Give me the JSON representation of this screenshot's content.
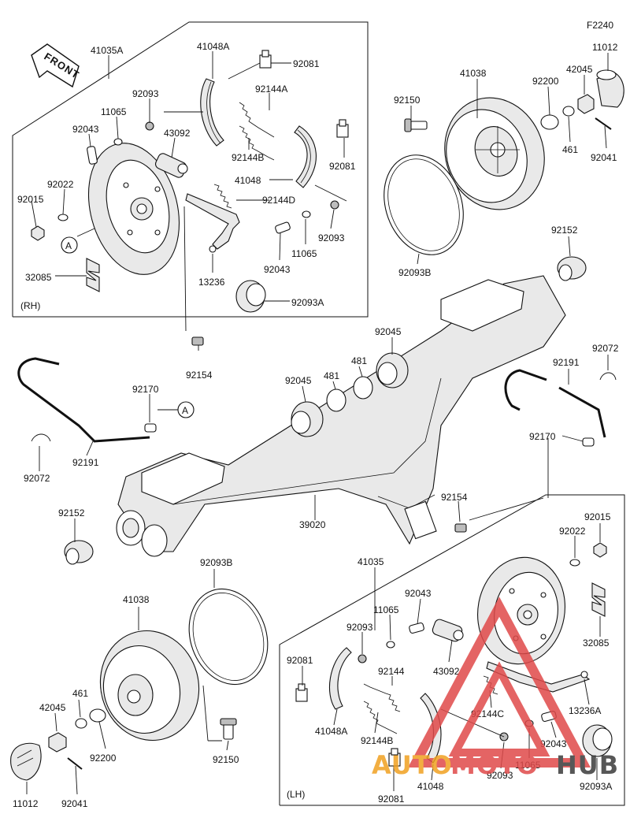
{
  "figure_code": "F2240",
  "front_label": "FRONT",
  "panels": {
    "rh": {
      "side_label": "(RH)",
      "assembly": "41035A"
    },
    "lh": {
      "side_label": "(LH)",
      "assembly": "41035"
    }
  },
  "callout": "A",
  "labels": {
    "rh_41048A": "41048A",
    "rh_92081_top": "92081",
    "rh_92144A": "92144A",
    "rh_92093_top": "92093",
    "rh_11065_top": "11065",
    "rh_92043_top": "92043",
    "rh_43092": "43092",
    "rh_92144B": "92144B",
    "rh_92081_right": "92081",
    "rh_41048": "41048",
    "rh_92144D": "92144D",
    "rh_92022": "92022",
    "rh_92015": "92015",
    "rh_92093_low": "92093",
    "rh_11065_low": "11065",
    "rh_92043_low": "92043",
    "rh_13236": "13236",
    "rh_32085": "32085",
    "rh_92093A": "92093A",
    "r_41038": "41038",
    "r_92150": "92150",
    "r_92200": "92200",
    "r_42045": "42045",
    "r_11012": "11012",
    "r_461": "461",
    "r_92041": "92041",
    "r_92093B": "92093B",
    "r_92152": "92152",
    "c_92154_top": "92154",
    "c_92045_a": "92045",
    "c_481_a": "481",
    "c_481_b": "481",
    "c_92045_b": "92045",
    "c_92072_r": "92072",
    "c_92191_r": "92191",
    "c_92170_r": "92170",
    "c_92170_l": "92170",
    "c_92191_l": "92191",
    "c_92072_l": "92072",
    "c_92152_l": "92152",
    "c_39020": "39020",
    "c_92154_mid": "92154",
    "l_92093B": "92093B",
    "l_41038": "41038",
    "l_42045": "42045",
    "l_461": "461",
    "l_92200": "92200",
    "l_11012": "11012",
    "l_92041": "92041",
    "l_92150": "92150",
    "lh_92043_top": "92043",
    "lh_11065_top": "11065",
    "lh_92093_top": "92093",
    "lh_92081_left": "92081",
    "lh_92144": "92144",
    "lh_43092": "43092",
    "lh_41048A": "41048A",
    "lh_92144B": "92144B",
    "lh_92081_bottom": "92081",
    "lh_41048": "41048",
    "lh_92144C": "92144C",
    "lh_92043_low": "92043",
    "lh_11065_low": "11065",
    "lh_92093_low": "92093",
    "rr_92022": "92022",
    "rr_92015": "92015",
    "rr_32085": "32085",
    "rr_13236A": "13236A",
    "rr_92093A": "92093A"
  },
  "watermark": {
    "auto": "AUTO",
    "moto": "MOTO",
    "hub": "HUB"
  },
  "colors": {
    "line": "#111111",
    "watermark_red": "#e04a4a",
    "watermark_dark": "#3a3a3a",
    "watermark_orange": "#f0a020"
  }
}
